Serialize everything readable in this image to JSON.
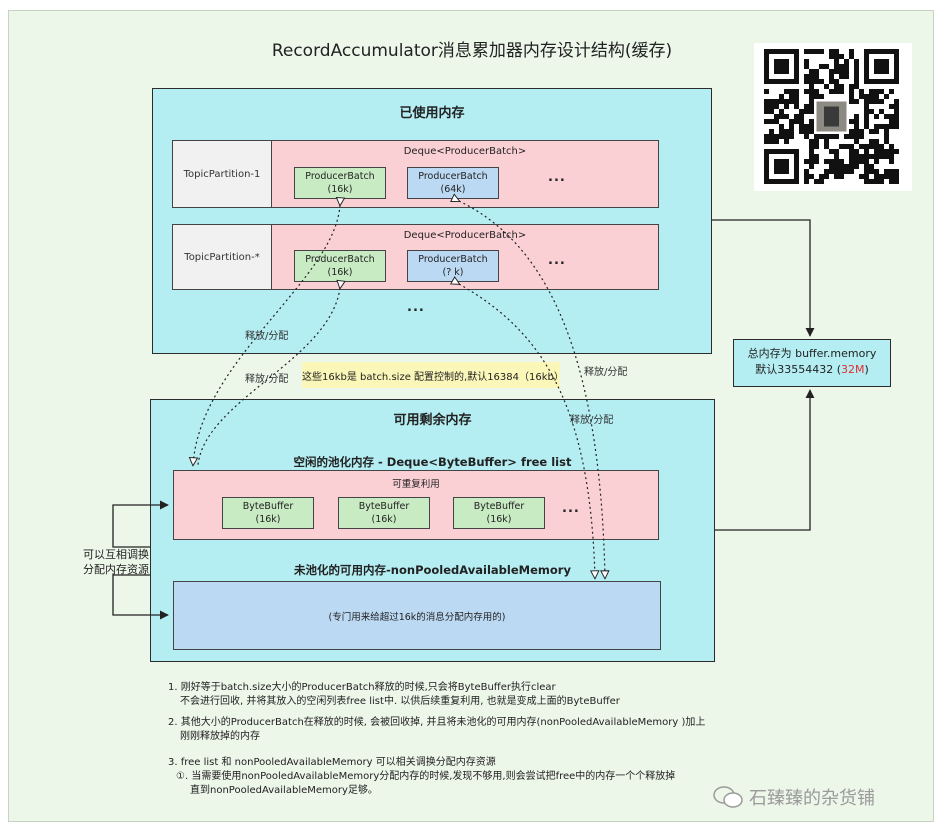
{
  "title": "RecordAccumulator消息累加器内存设计结构(缓存)",
  "used_memory": {
    "title": "已使用内存",
    "rows": [
      {
        "partition": "TopicPartition-1",
        "deque_label": "Deque<ProducerBatch>",
        "batches": [
          {
            "name": "ProducerBatch",
            "size": "(16k)"
          },
          {
            "name": "ProducerBatch",
            "size": "(64k)"
          }
        ],
        "ellipsis": "..."
      },
      {
        "partition": "TopicPartition-*",
        "deque_label": "Deque<ProducerBatch>",
        "batches": [
          {
            "name": "ProducerBatch",
            "size": "(16k)"
          },
          {
            "name": "ProducerBatch",
            "size": "(? k)"
          }
        ],
        "ellipsis": "..."
      }
    ],
    "more": "..."
  },
  "arrow_labels": {
    "release_alloc_1": "释放/分配",
    "release_alloc_2": "释放/分配",
    "release_alloc_3": "释放/分配",
    "release_alloc_4": "释放/分配"
  },
  "note": "这些16kb是 batch.size 配置控制的,默认16384（16kb）",
  "total_memory": {
    "line1": "总内存为 buffer.memory",
    "line2_prefix": "默认33554432 (",
    "line2_highlight": "32M",
    "line2_suffix": ")"
  },
  "available_memory": {
    "title": "可用剩余内存",
    "free_list_title": "空闲的池化内存 - Deque<ByteBuffer> free list",
    "free_list_label": "可重复利用",
    "buffers": [
      {
        "name": "ByteBuffer",
        "size": "(16k)"
      },
      {
        "name": "ByteBuffer",
        "size": "(16k)"
      },
      {
        "name": "ByteBuffer",
        "size": "(16k)"
      }
    ],
    "ellipsis": "...",
    "non_pooled_title": "未池化的可用内存-nonPooledAvailableMemory",
    "non_pooled_desc": "(专门用来给超过16k的消息分配内存用的)"
  },
  "exchange_label": {
    "line1": "可以互相调换",
    "line2": "分配内存资源"
  },
  "notes": {
    "n1_line1": "1. 刚好等于batch.size大小的ProducerBatch释放的时候,只会将ByteBuffer执行clear",
    "n1_line2": "不会进行回收, 并将其放入的空闲列表free list中. 以供后续重复利用, 也就是变成上面的ByteBuffer",
    "n2_line1": "2. 其他大小的ProducerBatch在释放的时候, 会被回收掉, 并且将未池化的可用内存(nonPooledAvailableMemory )加上",
    "n2_line2": "刚刚释放掉的内存",
    "n3_line1": "3. free list 和 nonPooledAvailableMemory 可以相关调换分配内存资源",
    "n3_line2": "①. 当需要使用nonPooledAvailableMemory分配内存的时候,发现不够用,则会尝试把free中的内存一个个释放掉",
    "n3_line3": "直到nonPooledAvailableMemory足够。"
  },
  "watermark": "石臻臻的杂货铺"
}
